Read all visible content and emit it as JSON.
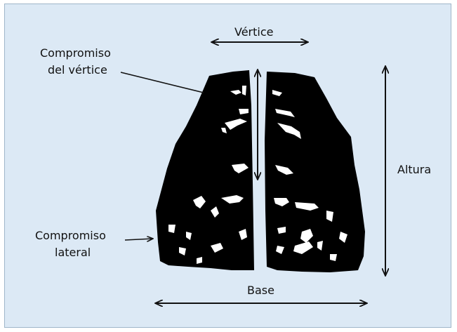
{
  "diagram": {
    "labels": {
      "vertex": "Vértice",
      "apex_involvement_line1": "Compromiso",
      "apex_involvement_line2": "del vértice",
      "height": "Altura",
      "lateral_involvement_line1": "Compromiso",
      "lateral_involvement_line2": "lateral",
      "base": "Base"
    },
    "colors": {
      "background": "#dce9f5",
      "border": "#9fb6c9",
      "shape": "#000000",
      "ink": "#111111"
    }
  }
}
